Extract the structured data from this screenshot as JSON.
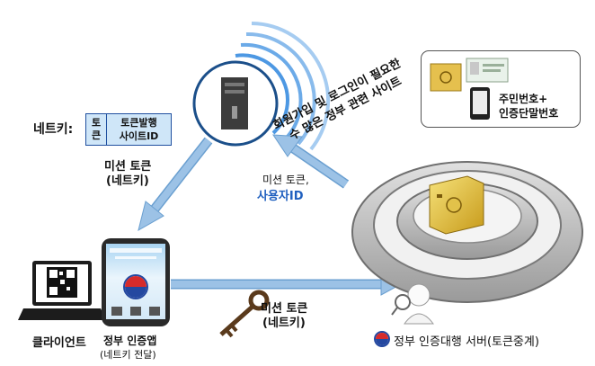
{
  "netkey_label": "네트키:",
  "token_box": {
    "col1": [
      "토",
      "큰"
    ],
    "col2": [
      "토큰발행",
      "사이트ID"
    ]
  },
  "sites_label": [
    "회원가입 및 로그인이 필요한",
    "수 많은 정부 관련 사이트"
  ],
  "mission_token_upper": [
    "미션 토큰",
    "(네트키)"
  ],
  "mission_token_user": {
    "line1": "미션 토큰,",
    "line2": "사용자ID"
  },
  "mission_token_lower": [
    "미션 토큰",
    "(네트키)"
  ],
  "client_label": "클라이언트",
  "auth_app_label": "정부 인증앱",
  "auth_app_sub": "(네트키 전달)",
  "server_label": "정부 인증대행 서버(토큰중계)",
  "id_box_text": [
    "주민번호+",
    "인증단말번호"
  ],
  "colors": {
    "arrow": "#9cc2e6",
    "arrow_edge": "#6a9fd0",
    "user_id": "#1f5fbf",
    "token_box_bg": "#cfe6f8"
  },
  "icons": [
    "server-icon",
    "laptop-qr-icon",
    "smartphone-app-icon",
    "key-icon",
    "safe-icon",
    "person-icon",
    "gov-emblem-icon",
    "id-card-icon"
  ]
}
